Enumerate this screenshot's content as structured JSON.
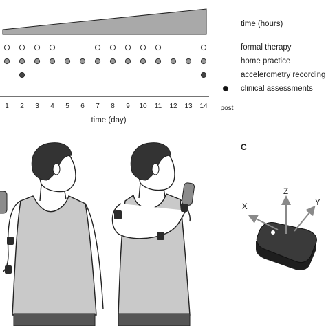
{
  "timeline": {
    "time_hours_label": "time (hours)",
    "rows": [
      {
        "label": "formal therapy",
        "color": "#ffffff",
        "days": [
          1,
          2,
          3,
          4,
          7,
          8,
          9,
          10,
          11,
          14
        ]
      },
      {
        "label": "home practice",
        "color": "#9a9a9a",
        "days": [
          1,
          2,
          3,
          4,
          5,
          6,
          7,
          8,
          9,
          10,
          11,
          12,
          13,
          14
        ]
      },
      {
        "label": "accelerometry recordings",
        "color": "#444444",
        "days": [
          2,
          14
        ]
      },
      {
        "label": "clinical assessments",
        "color": "#111111",
        "days": [
          "post"
        ]
      }
    ],
    "day_ticks": [
      "1",
      "2",
      "3",
      "4",
      "5",
      "6",
      "7",
      "8",
      "9",
      "10",
      "11",
      "12",
      "13",
      "14",
      "post"
    ],
    "xlabel": "time (day)"
  },
  "panel_c": {
    "panel_label": "C",
    "axis_x": "X",
    "axis_y": "Y",
    "axis_z": "Z"
  },
  "colors": {
    "wedge": "#a9a9a9",
    "shirt": "#c9c9c9",
    "hair": "#333333",
    "skin": "#ffffff",
    "sensor": "#2b2b2b"
  }
}
